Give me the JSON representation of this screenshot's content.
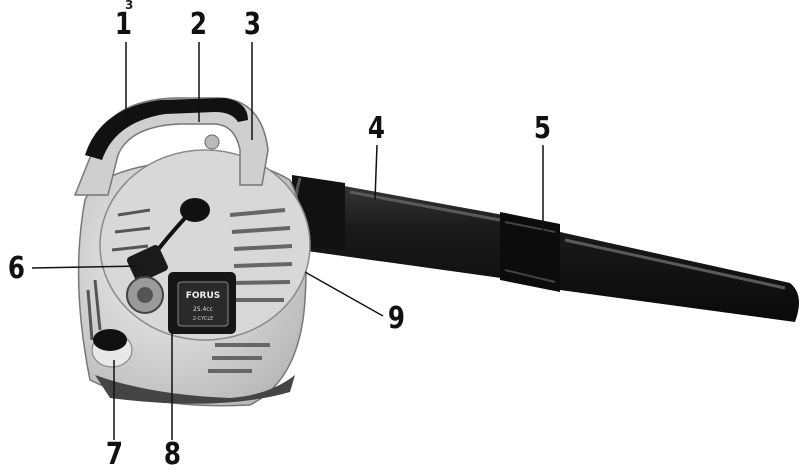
{
  "figure": {
    "callouts": [
      "1",
      "2",
      "3",
      "4",
      "5",
      "6",
      "7",
      "8",
      "9"
    ],
    "top_mark": "3",
    "engine_badge": {
      "brand": "FORUS",
      "line1": "25.4cc",
      "line2": "2-CYCLE"
    }
  }
}
